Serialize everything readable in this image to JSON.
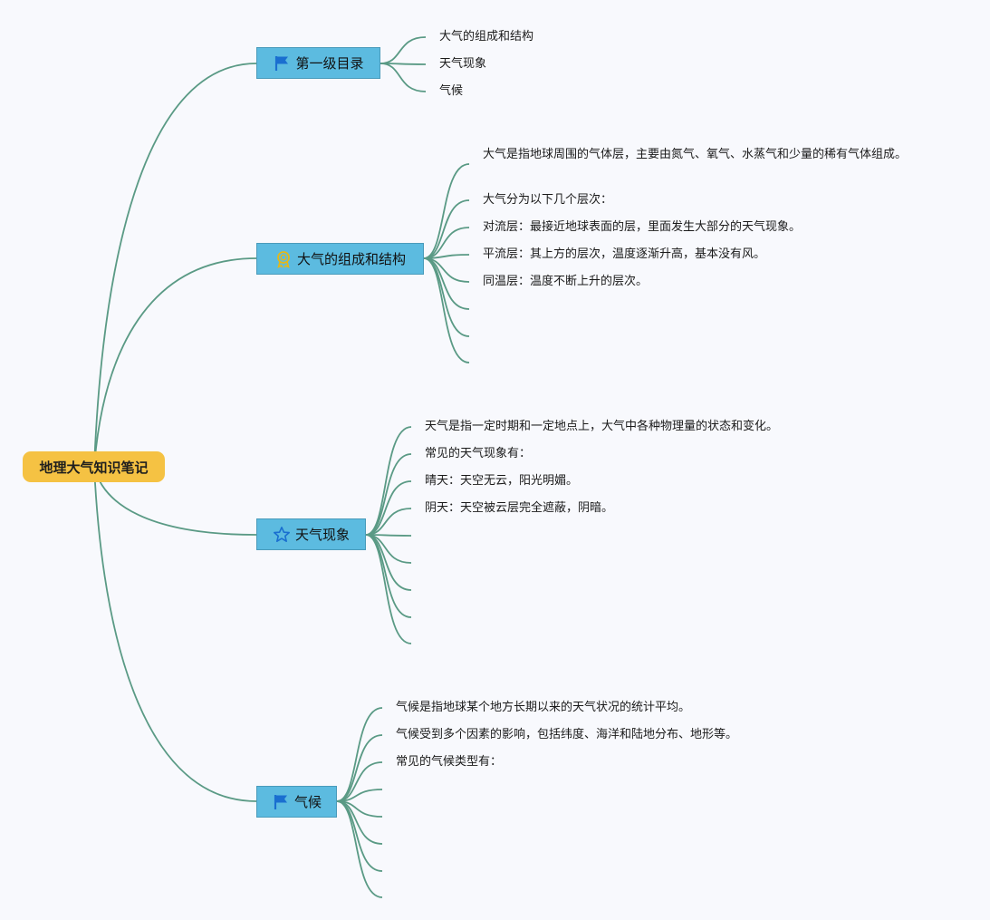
{
  "root": {
    "label": "地理大气知识笔记"
  },
  "topics": [
    {
      "label": "第一级目录",
      "icon": "flag-icon",
      "items": [
        "大气的组成和结构",
        "天气现象",
        "气候"
      ]
    },
    {
      "label": "大气的组成和结构",
      "icon": "badge-icon",
      "items": [
        "大气是指地球周围的气体层，主要由氮气、氧气、水蒸气和少量的稀有气体组成。",
        "大气分为以下几个层次：",
        "对流层：最接近地球表面的层，里面发生大部分的天气现象。",
        "平流层：其上方的层次，温度逐渐升高，基本没有风。",
        "同温层：温度不断上升的层次。"
      ],
      "empty_branch_count": 3
    },
    {
      "label": "天气现象",
      "icon": "star-icon",
      "items": [
        "天气是指一定时期和一定地点上，大气中各种物理量的状态和变化。",
        "常见的天气现象有：",
        "晴天：天空无云，阳光明媚。",
        "阴天：天空被云层完全遮蔽，阴暗。"
      ],
      "empty_branch_count": 5
    },
    {
      "label": "气候",
      "icon": "flag-icon",
      "items": [
        "气候是指地球某个地方长期以来的天气状况的统计平均。",
        "气候受到多个因素的影响，包括纬度、海洋和陆地分布、地形等。",
        "常见的气候类型有："
      ],
      "empty_branch_count": 5
    }
  ],
  "colors": {
    "root_fill": "#f5c243",
    "topic_fill": "#5cbbe0",
    "branch_line": "#5a9a85",
    "flag_icon": "#1a6fd0",
    "badge_icon": "#e3b81a",
    "star_icon": "#1a6fd0"
  }
}
